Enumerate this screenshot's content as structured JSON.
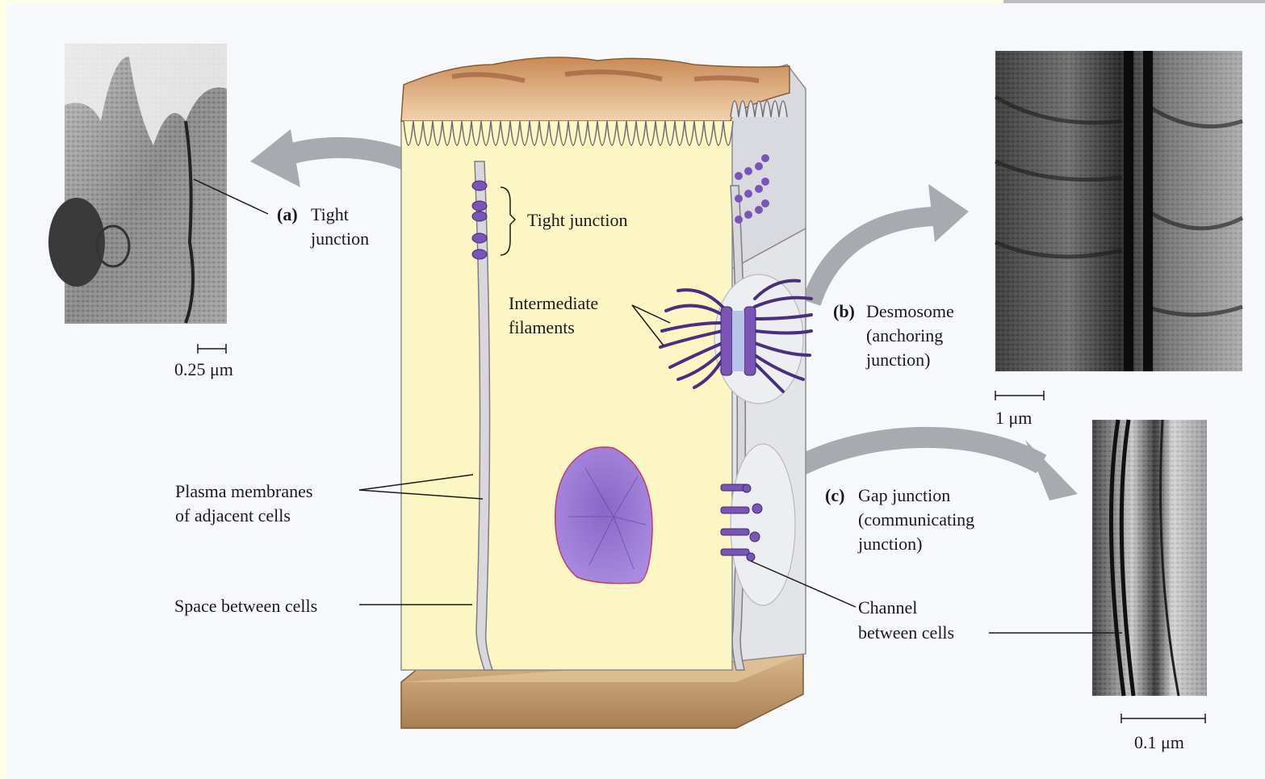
{
  "panels": {
    "a": {
      "letter": "(a)",
      "title_line1": "Tight",
      "title_line2": "junction",
      "scale": "0.25 μm"
    },
    "b": {
      "letter": "(b)",
      "title_line1": "Desmosome",
      "title_line2": "(anchoring",
      "title_line3": "junction)",
      "scale": "1 μm"
    },
    "c": {
      "letter": "(c)",
      "title_line1": "Gap junction",
      "title_line2": "(communicating",
      "title_line3": "junction)",
      "scale": "0.1 μm"
    }
  },
  "labels": {
    "tight_junction": "Tight junction",
    "intermediate_line1": "Intermediate",
    "intermediate_line2": "filaments",
    "plasma_line1": "Plasma membranes",
    "plasma_line2": "of adjacent cells",
    "space_between": "Space between cells",
    "channel_line1": "Channel",
    "channel_line2": "between cells"
  },
  "colors": {
    "cytoplasm": "#fbf6c4",
    "membrane": "#d8d8dc",
    "apical": "#d9a06a",
    "basal": "#caa173",
    "protein": "#7b55b5",
    "nucleus": "#9b7ad6",
    "arrow": "#a8aab0"
  }
}
